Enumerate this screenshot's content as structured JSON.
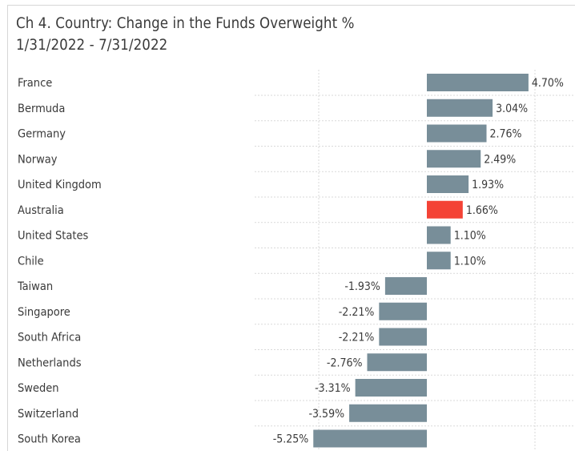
{
  "chart_data": {
    "type": "bar",
    "orientation": "horizontal",
    "title": "Ch 4.  Country:  Change in the Funds Overweight %",
    "subtitle": "1/31/2022 - 7/31/2022",
    "categories": [
      "France",
      "Bermuda",
      "Germany",
      "Norway",
      "United Kingdom",
      "Australia",
      "United States",
      "Chile",
      "Taiwan",
      "Singapore",
      "South Africa",
      "Netherlands",
      "Sweden",
      "Switzerland",
      "South Korea"
    ],
    "values": [
      4.7,
      3.04,
      2.76,
      2.49,
      1.93,
      1.66,
      1.1,
      1.1,
      -1.93,
      -2.21,
      -2.21,
      -2.76,
      -3.31,
      -3.59,
      -5.25
    ],
    "value_labels": [
      "4.70%",
      "3.04%",
      "2.76%",
      "2.49%",
      "1.93%",
      "1.66%",
      "1.10%",
      "1.10%",
      "-1.93%",
      "-2.21%",
      "-2.21%",
      "-2.76%",
      "-3.31%",
      "-3.59%",
      "-5.25%"
    ],
    "highlight_category": "Australia",
    "colors": {
      "bar": "#788e99",
      "highlight": "#f44336",
      "grid": "#d9d9d9"
    },
    "xlim": [
      -5.25,
      4.7
    ],
    "grid": true,
    "legend": "none"
  }
}
